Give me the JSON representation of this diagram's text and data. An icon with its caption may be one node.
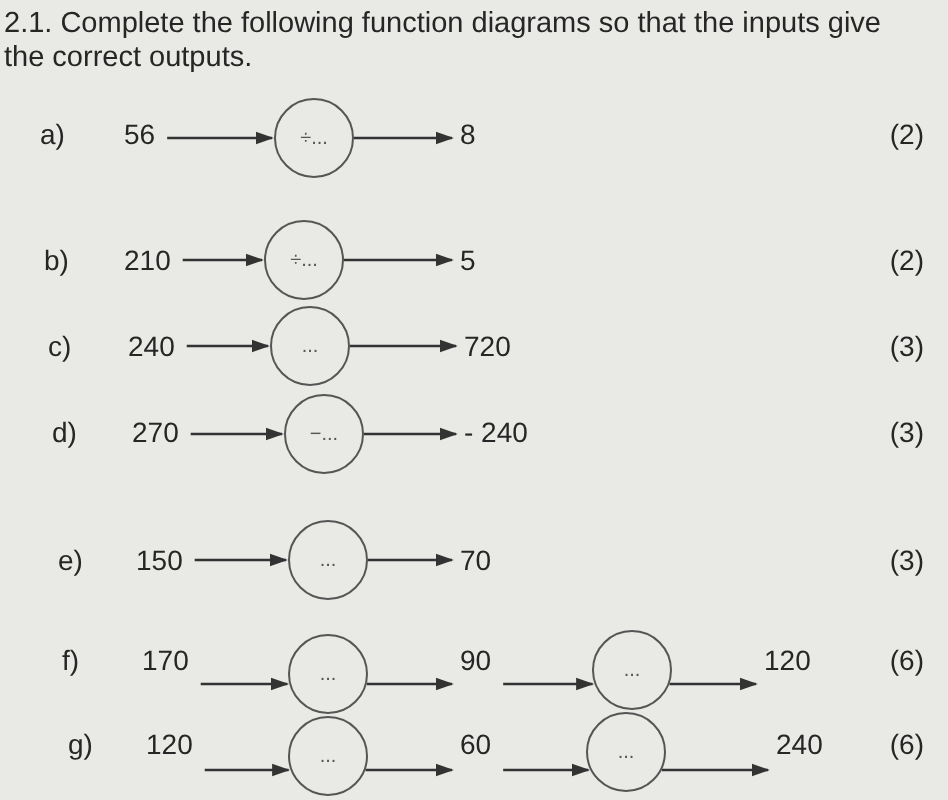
{
  "diagram": {
    "title": "2.1. Complete the following function diagrams so that the inputs give the correct outputs.",
    "nodes": [
      {
        "text": [
          "56"
        ]
      },
      {
        "text": [
          "÷..."
        ]
      },
      {
        "text": [
          "8"
        ]
      },
      {
        "text": [
          "210"
        ]
      },
      {
        "text": [
          "÷..."
        ]
      },
      {
        "text": [
          "5"
        ]
      },
      {
        "text": [
          "240"
        ]
      },
      {
        "text": [
          "..."
        ]
      },
      {
        "text": [
          "720"
        ]
      },
      {
        "text": [
          "270"
        ]
      },
      {
        "text": [
          "−..."
        ]
      },
      {
        "text": [
          "- 240"
        ]
      },
      {
        "text": [
          "150"
        ]
      },
      {
        "text": [
          "..."
        ]
      },
      {
        "text": [
          "70"
        ]
      },
      {
        "text": [
          "170"
        ]
      },
      {
        "text": [
          "..."
        ]
      },
      {
        "text": [
          "90"
        ]
      },
      {
        "text": [
          "..."
        ]
      },
      {
        "text": [
          "120"
        ]
      },
      {
        "text": [
          "120"
        ]
      },
      {
        "text": [
          "..."
        ]
      },
      {
        "text": [
          "60"
        ]
      },
      {
        "text": [
          "..."
        ]
      },
      {
        "text": [
          "240"
        ]
      }
    ],
    "edges": [
      {
        "from": 0,
        "to": 1,
        "arrow": "to"
      },
      {
        "from": 1,
        "to": 2,
        "arrow": "to"
      },
      {
        "from": 3,
        "to": 4,
        "arrow": "to"
      },
      {
        "from": 4,
        "to": 5,
        "arrow": "to"
      },
      {
        "from": 6,
        "to": 7,
        "arrow": "to"
      },
      {
        "from": 7,
        "to": 8,
        "arrow": "to"
      },
      {
        "from": 9,
        "to": 10,
        "arrow": "to"
      },
      {
        "from": 10,
        "to": 11,
        "arrow": "to"
      },
      {
        "from": 12,
        "to": 13,
        "arrow": "to"
      },
      {
        "from": 13,
        "to": 14,
        "arrow": "to"
      },
      {
        "from": 15,
        "to": 16,
        "arrow": "to"
      },
      {
        "from": 16,
        "to": 17,
        "arrow": "to"
      },
      {
        "from": 17,
        "to": 18,
        "arrow": "to"
      },
      {
        "from": 18,
        "to": 19,
        "arrow": "to"
      },
      {
        "from": 20,
        "to": 21,
        "arrow": "to"
      },
      {
        "from": 21,
        "to": 22,
        "arrow": "to"
      },
      {
        "from": 22,
        "to": 23,
        "arrow": "to"
      },
      {
        "from": 23,
        "to": 24,
        "arrow": "to"
      }
    ],
    "labels": [
      "a)",
      "(2)",
      "b)",
      "(2)",
      "c)",
      "(3)",
      "d)",
      "(3)",
      "e)",
      "(3)",
      "f)",
      "(6)",
      "g)",
      "(6)"
    ]
  }
}
